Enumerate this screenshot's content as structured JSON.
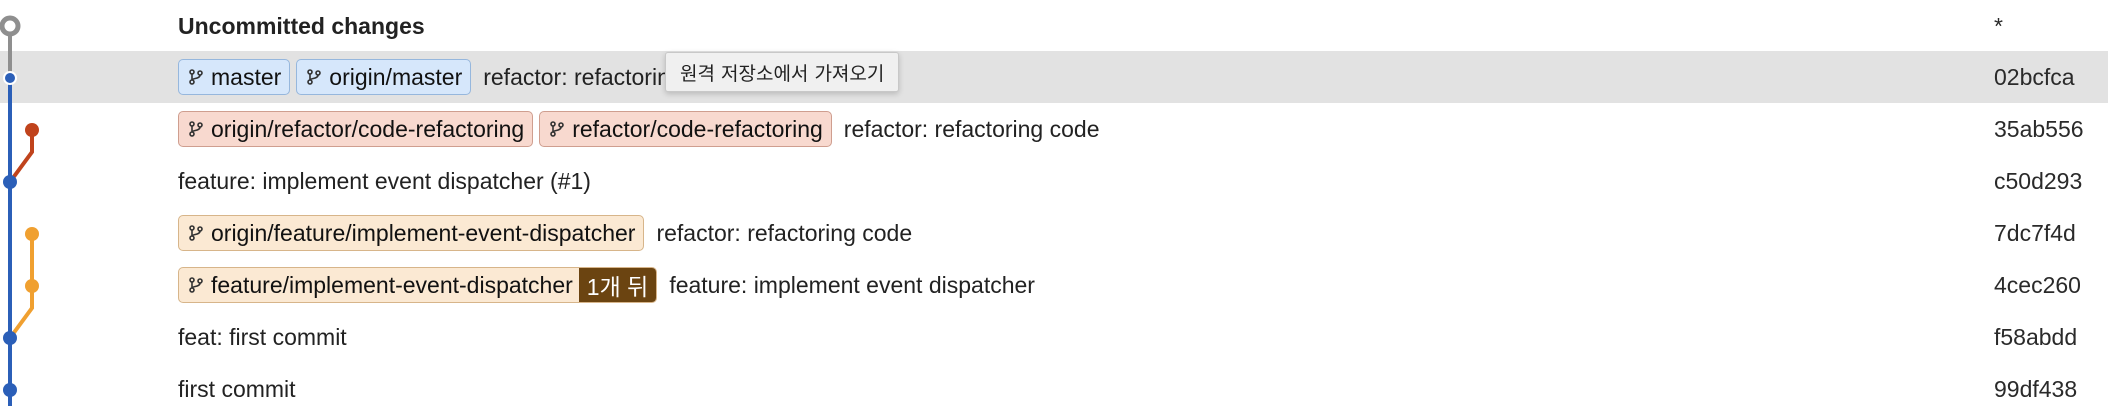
{
  "colors": {
    "master_lane": "#2b5fb8",
    "refactor_lane": "#c0431c",
    "feature_lane": "#f0a030",
    "uncommitted_node": "#8f8f8f",
    "selected_row": "#e2e2e2",
    "tag_blue_bg": "#d6e7fb",
    "tag_red_bg": "#f8d9cf",
    "tag_orange_bg": "#fbe9d3",
    "behind_badge_bg": "#6b4411"
  },
  "icons": {
    "branch": "git-branch-icon"
  },
  "commits": [
    {
      "subject": "Uncommitted changes",
      "hash": "*"
    },
    {
      "tags": [
        "master",
        "origin/master"
      ],
      "subject": "refactor: refactoring code",
      "hash": "02bcfca",
      "selected": true
    },
    {
      "tags": [
        "origin/refactor/code-refactoring",
        "refactor/code-refactoring"
      ],
      "subject": "refactor: refactoring code",
      "hash": "35ab556"
    },
    {
      "subject": "feature: implement event dispatcher (#1)",
      "hash": "c50d293"
    },
    {
      "tags": [
        "origin/feature/implement-event-dispatcher"
      ],
      "subject": "refactor: refactoring code",
      "hash": "7dc7f4d"
    },
    {
      "tags": [
        "feature/implement-event-dispatcher"
      ],
      "behind_badge": "1개 뒤",
      "subject": "feature: implement event dispatcher",
      "hash": "4cec260"
    },
    {
      "subject": "feat: first commit",
      "hash": "f58abdd"
    },
    {
      "subject": "first commit",
      "hash": "99df438"
    }
  ],
  "tooltip": {
    "text": "원격 저장소에서 가져오기"
  }
}
